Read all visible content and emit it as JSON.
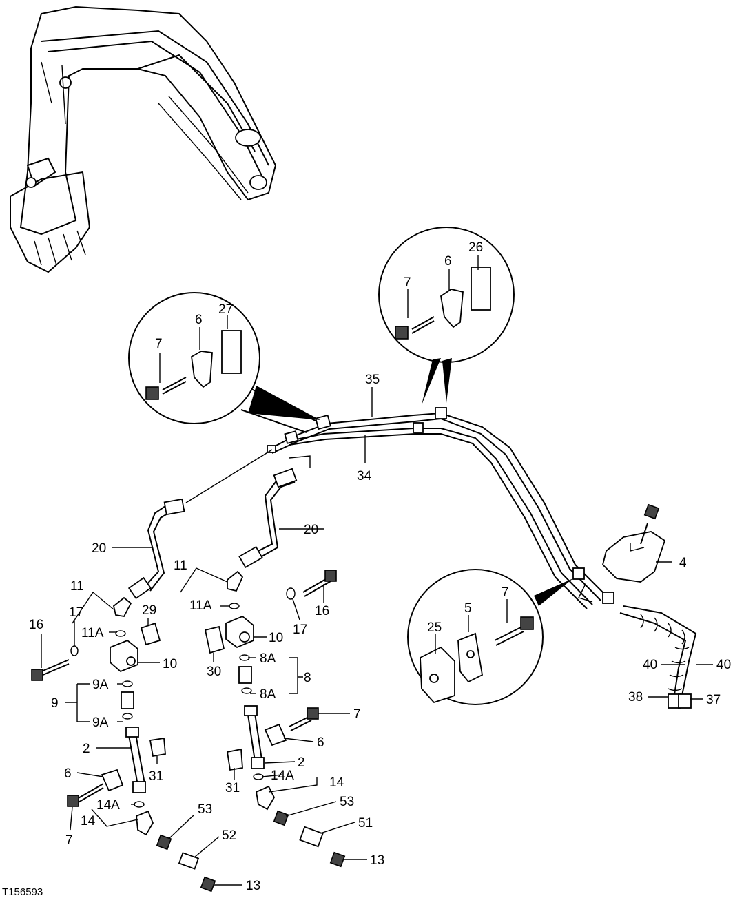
{
  "figure_id": "T156593",
  "labels": {
    "l35": "35",
    "l34": "34",
    "l26": "26",
    "l6a": "6",
    "l7a": "7",
    "l27": "27",
    "l6b": "6",
    "l7b": "7",
    "l4": "4",
    "l7c": "7",
    "l5": "5",
    "l25": "25",
    "l40a": "40",
    "l40b": "40",
    "l38": "38",
    "l37": "37",
    "l20a": "20",
    "l20b": "20",
    "l11a": "11",
    "l11b": "11",
    "l11Aa": "11A",
    "l11Ab": "11A",
    "l16a": "16",
    "l16b": "16",
    "l17a": "17",
    "l17b": "17",
    "l29": "29",
    "l10a": "10",
    "l10b": "10",
    "l30": "30",
    "l8": "8",
    "l8Aa": "8A",
    "l8Ab": "8A",
    "l9": "9",
    "l9Aa": "9A",
    "l9Ab": "9A",
    "l2a": "2",
    "l2b": "2",
    "l6c": "6",
    "l6d": "6",
    "l31a": "31",
    "l31b": "31",
    "l7d": "7",
    "l7e": "7",
    "l14a": "14",
    "l14b": "14",
    "l14Aa": "14A",
    "l14Ab": "14A",
    "l53a": "53",
    "l53b": "53",
    "l52": "52",
    "l51": "51",
    "l13a": "13",
    "l13b": "13"
  }
}
